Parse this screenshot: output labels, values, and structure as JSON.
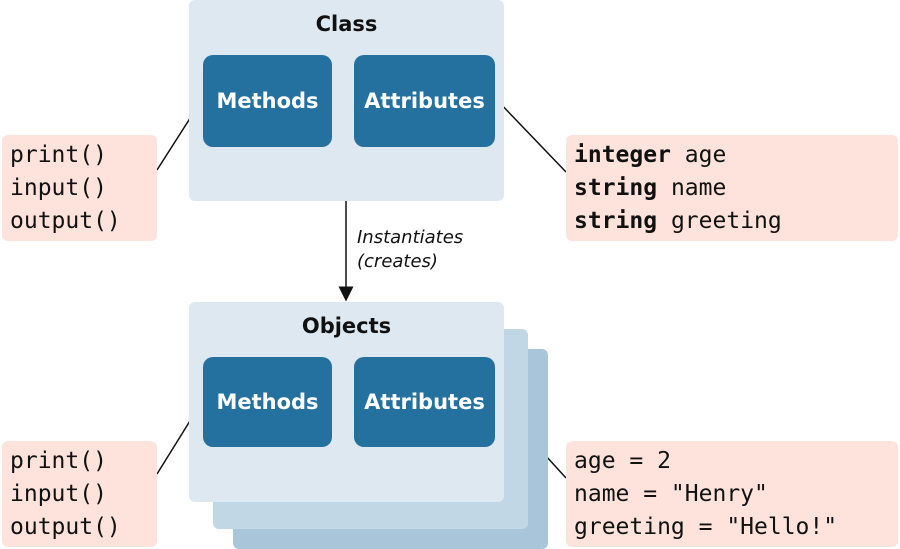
{
  "class_section": {
    "title": "Class",
    "methods_label": "Methods",
    "attributes_label": "Attributes",
    "methods_list": [
      "print()",
      "input()",
      "output()"
    ],
    "attributes_list": [
      {
        "type": "integer",
        "name": "age"
      },
      {
        "type": "string",
        "name": "name"
      },
      {
        "type": "string",
        "name": "greeting"
      }
    ]
  },
  "relation": {
    "line1": "Instantiates",
    "line2": "(creates)"
  },
  "objects_section": {
    "title": "Objects",
    "methods_label": "Methods",
    "attributes_label": "Attributes",
    "methods_list": [
      "print()",
      "input()",
      "output()"
    ],
    "attributes_list": [
      "age = 2",
      "name = \"Henry\"",
      "greeting = \"Hello!\""
    ]
  },
  "colors": {
    "panel": "#dde8f1",
    "panel_stack_1": "#c2d7e6",
    "panel_stack_2": "#a9c5d9",
    "button": "#2471a0",
    "codebox": "#fde3dc"
  }
}
